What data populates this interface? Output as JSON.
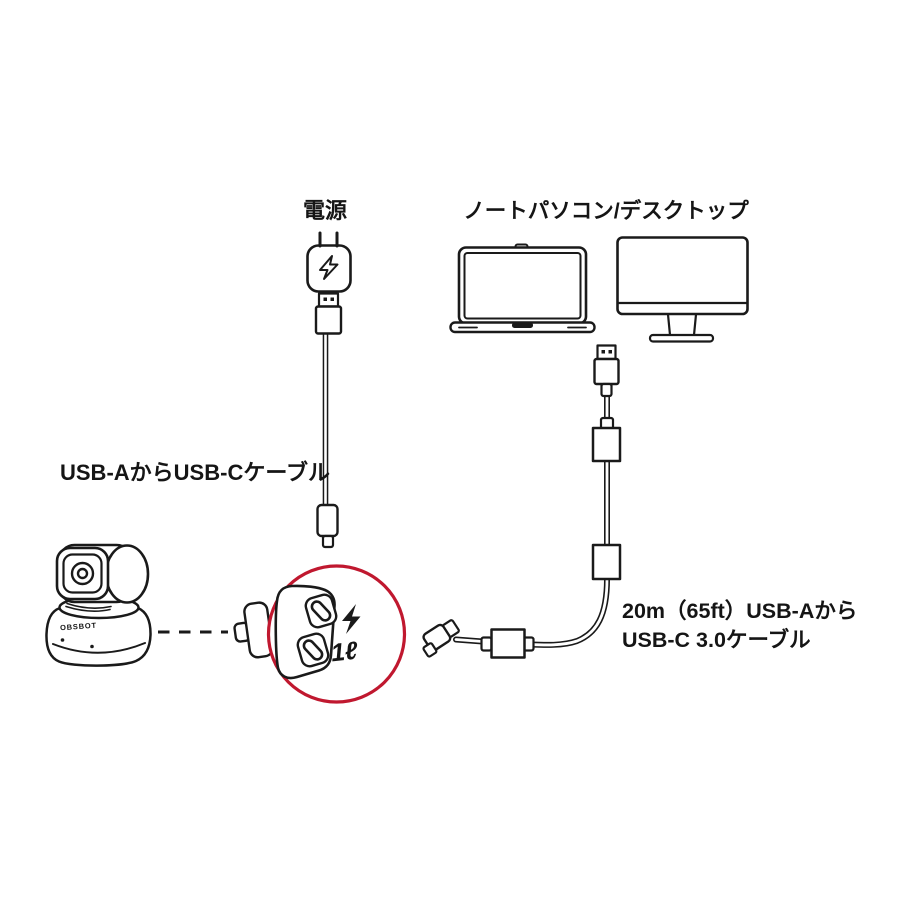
{
  "diagram": {
    "power": {
      "label": "電源"
    },
    "computer": {
      "label": "ノートパソコン/デスクトップ"
    },
    "short_cable": {
      "label": "USB-AからUSB-Cケーブル"
    },
    "long_cable": {
      "label_line1": "20m（65ft）USB-Aから",
      "label_line2": "USB-C 3.0ケーブル"
    },
    "camera": {
      "brand": "OBSBOT"
    },
    "ports_callout": {
      "marking": "1ℓ"
    },
    "colors": {
      "line": "#1a1a1a",
      "accent_red": "#c0182f",
      "background": "#ffffff"
    }
  }
}
